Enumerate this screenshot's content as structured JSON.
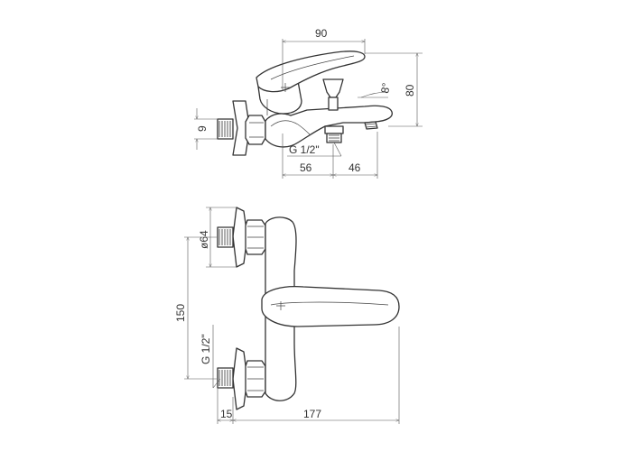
{
  "dimensions": {
    "width_90": "90",
    "height_80": "80",
    "angle_8": "8°",
    "thread_9": "9",
    "thread_g_top": "G 1/2\"",
    "depth_56": "56",
    "depth_46": "46",
    "diameter_64": "ø64",
    "centers_150": "150",
    "thread_g_side": "G 1/2\"",
    "offset_15": "15",
    "length_177": "177"
  }
}
